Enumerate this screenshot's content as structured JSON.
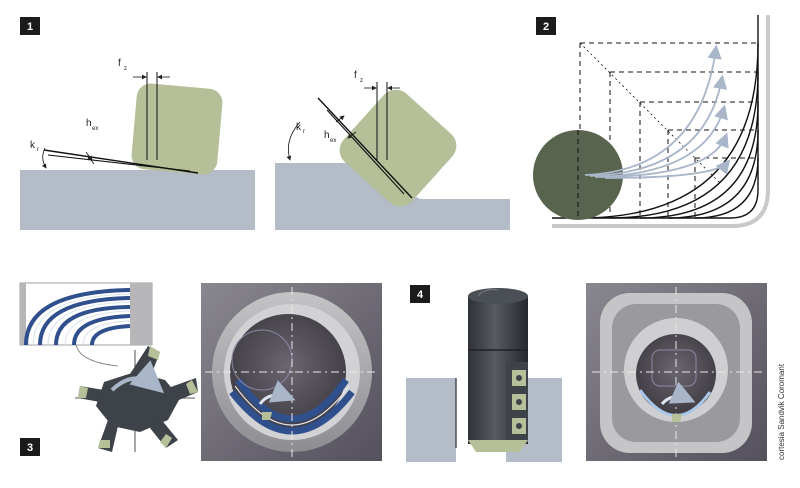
{
  "panels": [
    {
      "number": "1"
    },
    {
      "number": "2"
    },
    {
      "number": "3"
    },
    {
      "number": "4"
    }
  ],
  "labels": {
    "k": "k",
    "k_sub": "r",
    "h": "h",
    "h_sub": "ex",
    "f": "f",
    "f_sub": "z"
  },
  "credit": "cortesia Sandvik Coromant",
  "colors": {
    "insert": "#b5bf98",
    "workpiece": "#b3bcc7",
    "cutter_body": "#3e4249",
    "ball": "#58644e",
    "path_arrows": "#a9b6c9",
    "spiral_blue": "#2f4f8d",
    "badge": "#1b1b1b"
  }
}
